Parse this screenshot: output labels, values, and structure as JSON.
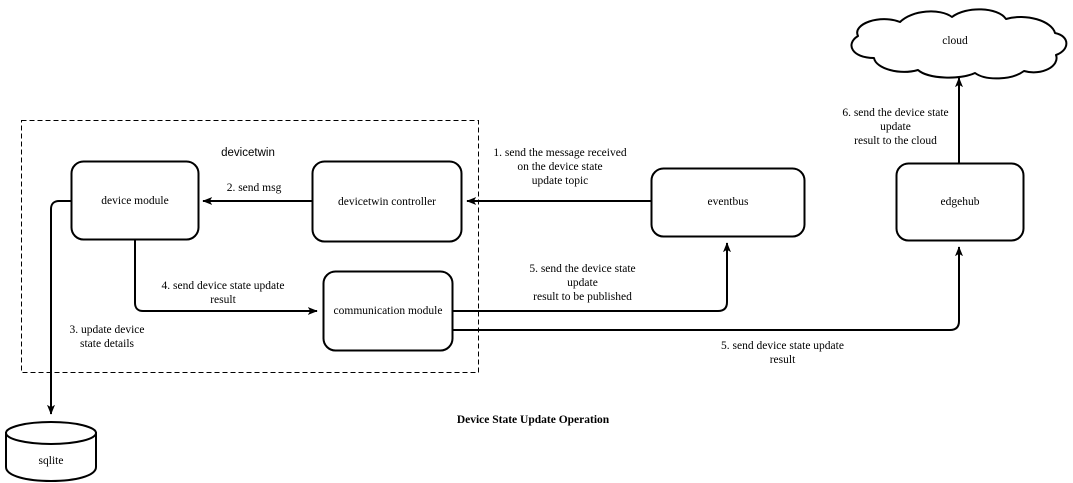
{
  "figure": {
    "caption": "Device State Update Operation",
    "stroke_color": "#000000",
    "fill_color": "#ffffff",
    "background": "#ffffff"
  },
  "group": {
    "label": "devicetwin"
  },
  "nodes": {
    "device_module": "device module",
    "devicetwin_controller": "devicetwin controller",
    "communication_module": "communication module",
    "eventbus": "eventbus",
    "edgehub": "edgehub",
    "cloud": "cloud",
    "sqlite": "sqlite"
  },
  "edges": {
    "e1_line1": "1. send the message received",
    "e1_line2": "on the device state",
    "e1_line3": "update topic",
    "e2": "2. send msg",
    "e3_line1": "3. update device",
    "e3_line2": "state details",
    "e4_line1": "4. send device state update",
    "e4_line2": "result",
    "e5a_line1": "5. send the device state",
    "e5a_line2": "update",
    "e5a_line3": "result to be published",
    "e5b_line1": "5. send device state update",
    "e5b_line2": "result",
    "e6_line1": "6. send the device state",
    "e6_line2": "update",
    "e6_line3": "result to the cloud"
  }
}
